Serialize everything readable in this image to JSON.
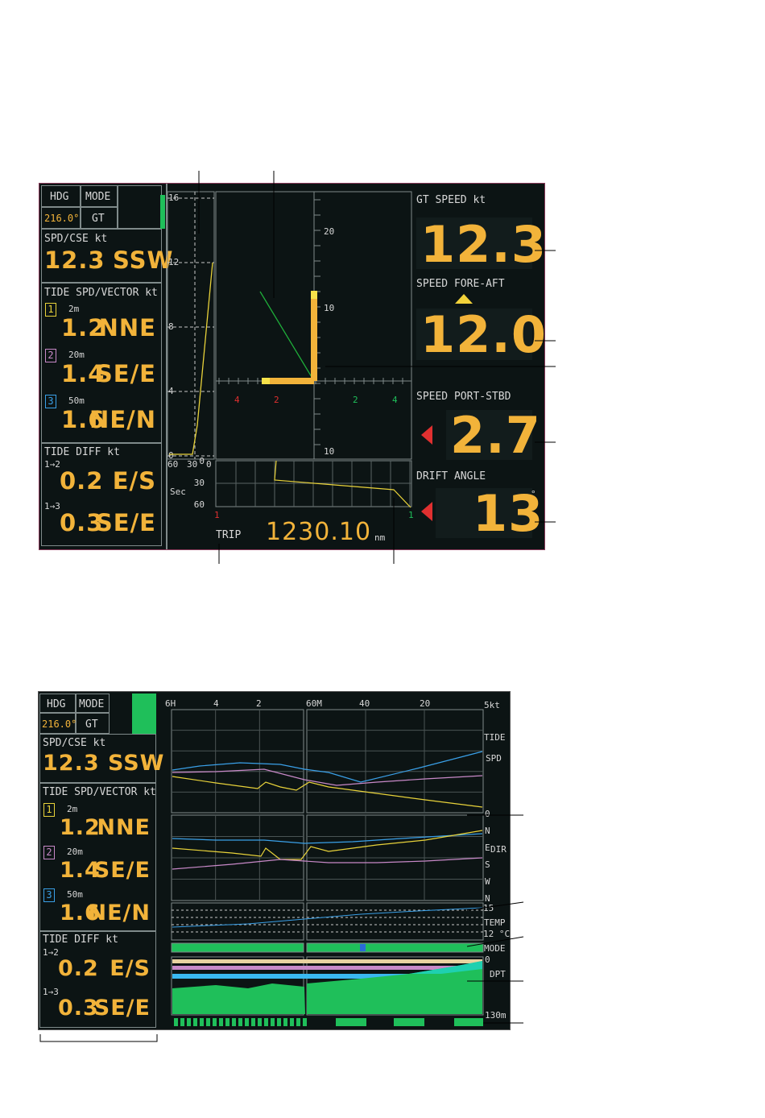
{
  "common": {
    "hdg_label": "HDG",
    "mode_label": "MODE",
    "hdg_value": "216.0°",
    "mode_value": "GT",
    "spd_cse_label": "SPD/CSE    kt",
    "spd_value": "12.3",
    "cse_value": "SSW",
    "tide_vector_label": "TIDE SPD/VECTOR kt",
    "layers": [
      {
        "num": "1",
        "depth": "2m",
        "speed": "1.2",
        "dir": "NNE",
        "color": "#e8d23a"
      },
      {
        "num": "2",
        "depth": "20m",
        "speed": "1.4",
        "dir": "SE/E",
        "color": "#c889c8"
      },
      {
        "num": "3",
        "depth": "50m",
        "speed": "1.6",
        "dir": "NE/N",
        "color": "#3aa0e8"
      }
    ],
    "tide_diff_label": "TIDE DIFF kt",
    "diffs": [
      {
        "label": "1→2",
        "speed": "0.2",
        "dir": "E/S"
      },
      {
        "label": "1→3",
        "speed": "0.3",
        "dir": "SE/E"
      }
    ]
  },
  "screen1": {
    "left_scale": [
      "16",
      "12",
      "8",
      "4",
      "0"
    ],
    "center_scale": [
      "20",
      "10",
      "10"
    ],
    "horizontal_scale": [
      "4",
      "2",
      "2",
      "4"
    ],
    "time_axis": [
      "60",
      "30",
      "0"
    ],
    "sec_axis": [
      "0",
      "30",
      "60"
    ],
    "sec_label": "Sec",
    "port_marker": "1",
    "stbd_marker": "1",
    "trip_label": "TRIP",
    "trip_value": "1230.10",
    "trip_unit": "nm",
    "gt_speed_label": "GT SPEED kt",
    "gt_speed_value": "12.3",
    "fore_aft_label": "SPEED FORE-AFT",
    "fore_aft_value": "12.0",
    "port_stbd_label": "SPEED PORT-STBD",
    "port_stbd_value": "2.7",
    "drift_label": "DRIFT ANGLE",
    "drift_value": "13",
    "drift_unit": "°"
  },
  "screen2": {
    "top_axis": [
      "6H",
      "4",
      "2",
      "60M",
      "40",
      "20"
    ],
    "speed_unit": "5kt",
    "tide_label": "TIDE",
    "spd_label": "SPD",
    "dir_label": "DIR",
    "dir_ticks": [
      "0",
      "N",
      "E",
      "S",
      "W",
      "N"
    ],
    "temp_label": "TEMP",
    "temp_ticks": [
      "15",
      "12 °C"
    ],
    "mode_label": "MODE",
    "dpt_label": "DPT",
    "depth_ticks": [
      "0",
      "130m"
    ]
  },
  "colors": {
    "accent": "#f2b33a",
    "green": "#1fbf5a",
    "red": "#e03030",
    "grid": "#7f8a8a"
  }
}
